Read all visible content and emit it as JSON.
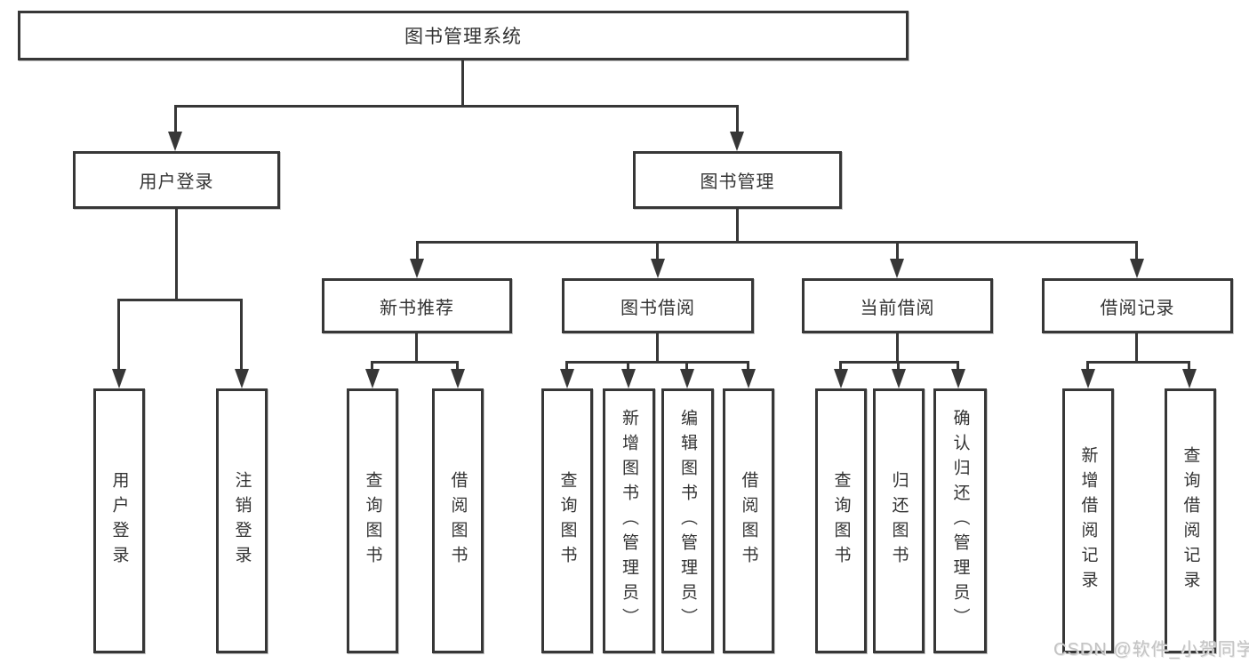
{
  "diagram": {
    "root": {
      "label": "图书管理系统"
    },
    "branches": [
      {
        "label": "用户登录",
        "children": [
          {
            "label": "用户登录"
          },
          {
            "label": "注销登录"
          }
        ]
      },
      {
        "label": "图书管理",
        "children": [
          {
            "label": "新书推荐",
            "children": [
              {
                "label": "查询图书"
              },
              {
                "label": "借阅图书"
              }
            ]
          },
          {
            "label": "图书借阅",
            "children": [
              {
                "label": "查询图书"
              },
              {
                "label": "新增图书（管理员）"
              },
              {
                "label": "编辑图书（管理员）"
              },
              {
                "label": "借阅图书"
              }
            ]
          },
          {
            "label": "当前借阅",
            "children": [
              {
                "label": "查询图书"
              },
              {
                "label": "归还图书"
              },
              {
                "label": "确认归还（管理员）"
              }
            ]
          },
          {
            "label": "借阅记录",
            "children": [
              {
                "label": "新增借阅记录"
              },
              {
                "label": "查询借阅记录"
              }
            ]
          }
        ]
      }
    ]
  },
  "watermark": {
    "text": "CSDN @软件_小贺同学"
  },
  "colors": {
    "line": "#373737",
    "text": "#333333",
    "watermark": "#c3c3c3",
    "background": "#ffffff"
  }
}
